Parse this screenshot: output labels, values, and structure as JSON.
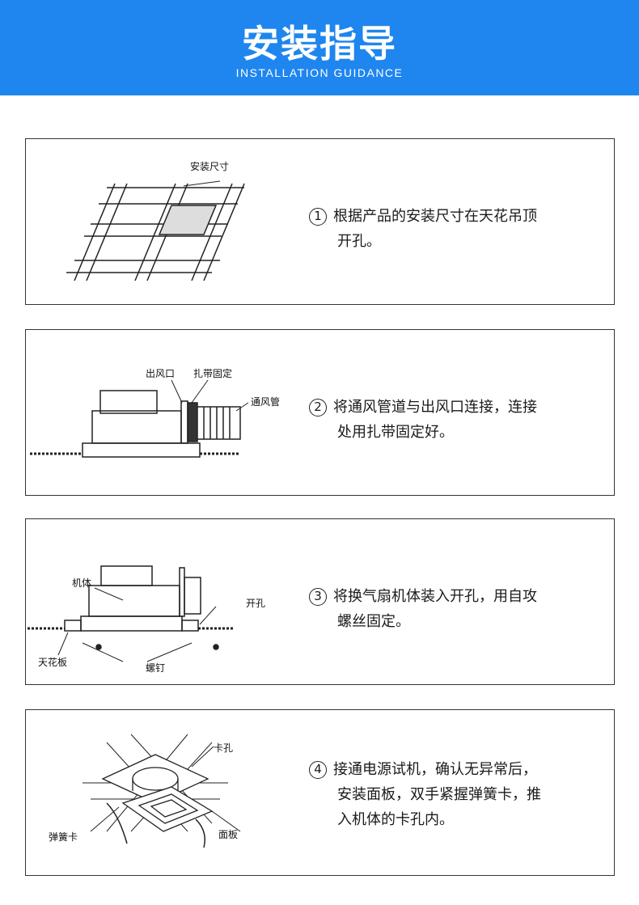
{
  "header": {
    "title": "安装指导",
    "subtitle": "INSTALLATION GUIDANCE"
  },
  "colors": {
    "header_bg": "#1e86ee"
  },
  "steps": [
    {
      "number": "1",
      "text_line1": "根据产品的安装尺寸在天花吊顶",
      "text_line2": "开孔。",
      "labels": {
        "size": "安装尺寸"
      }
    },
    {
      "number": "2",
      "text_line1": "将通风管道与出风口连接，连接",
      "text_line2": "处用扎带固定好。",
      "labels": {
        "outlet": "出风口",
        "tie": "扎带固定",
        "duct": "通风管"
      }
    },
    {
      "number": "3",
      "text_line1": "将换气扇机体装入开孔，用自攻",
      "text_line2": "螺丝固定。",
      "labels": {
        "body": "机体",
        "hole": "开孔",
        "ceiling": "天花板",
        "screw": "螺钉"
      }
    },
    {
      "number": "4",
      "text_line1": "接通电源试机，确认无异常后，",
      "text_line2": "安装面板，双手紧握弹簧卡，推",
      "text_line3": "入机体的卡孔内。",
      "labels": {
        "slot": "卡孔",
        "spring": "弹簧卡",
        "panel": "面板"
      }
    }
  ]
}
